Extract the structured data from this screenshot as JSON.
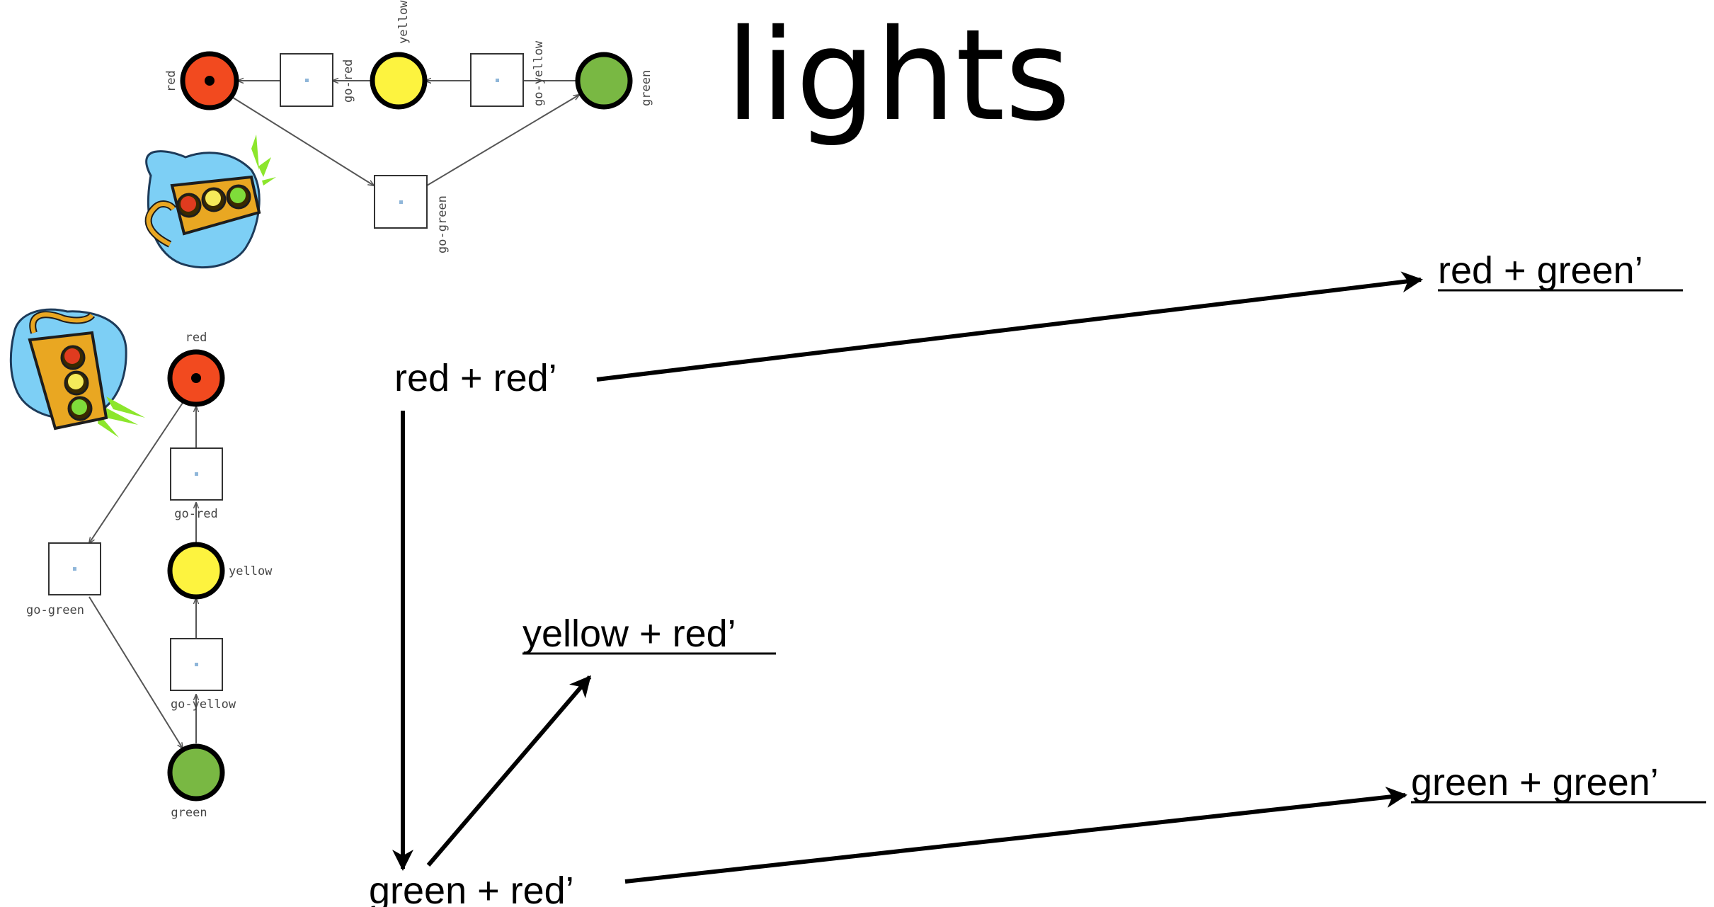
{
  "title": "lights",
  "net_top": {
    "places": {
      "red": "red",
      "yellow": "yellow",
      "green": "green"
    },
    "transitions": {
      "go_red": "go-red",
      "go_yellow": "go-yellow",
      "go_green": "go-green"
    }
  },
  "net_left": {
    "places": {
      "red": "red",
      "yellow": "yellow",
      "green": "green"
    },
    "transitions": {
      "go_red": "go-red",
      "go_yellow": "go-yellow",
      "go_green": "go-green"
    }
  },
  "states": {
    "red_red": "red + red’",
    "red_green": "red + green’",
    "yellow_red": "yellow + red’",
    "green_red": "green + red’",
    "green_green": "green + green’"
  },
  "colors": {
    "red_place": "#f24a1f",
    "yellow_place": "#fdf33f",
    "green_place": "#79b843",
    "token": "#000000",
    "transition_dot": "#8fb6d9",
    "clipart_bubble": "#7dcff5",
    "clipart_body": "#e9a722"
  }
}
